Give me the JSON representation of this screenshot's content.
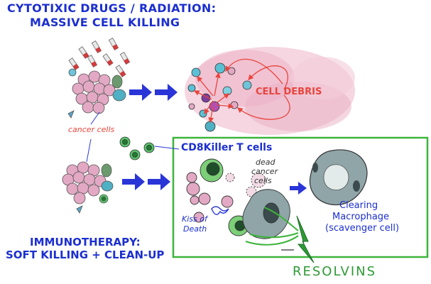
{
  "header": {
    "line1": "CYTOTIXIC DRUGS / RADIATION:",
    "line2": "MASSIVE CELL KILLING"
  },
  "labels": {
    "cell_debris": "CELL DEBRIS",
    "cancer_cells": "cancer cells",
    "cd8": "CD8Killer T cells",
    "dead_cancer_1": "dead",
    "dead_cancer_2": "cancer",
    "dead_cancer_3": "cells",
    "kiss_1": "Kiss of",
    "kiss_2": "Death",
    "macro_1": "Clearing",
    "macro_2": "Macrophage",
    "macro_3": "(scavenger cell)",
    "resolvins": "RESOLVINS"
  },
  "footer": {
    "line1": "IMMUNOTHERAPY:",
    "line2": "SOFT KILLING + CLEAN-UP"
  },
  "colors": {
    "title_blue": "#1b2fd0",
    "cancer_red": "#e8453c",
    "debris_pink": "#e9a6bd",
    "arrow_blue": "#2a35d8",
    "box_green": "#3db43a",
    "tcell_green": "#2fa84a",
    "macro_gray": "#8fa5a8"
  }
}
